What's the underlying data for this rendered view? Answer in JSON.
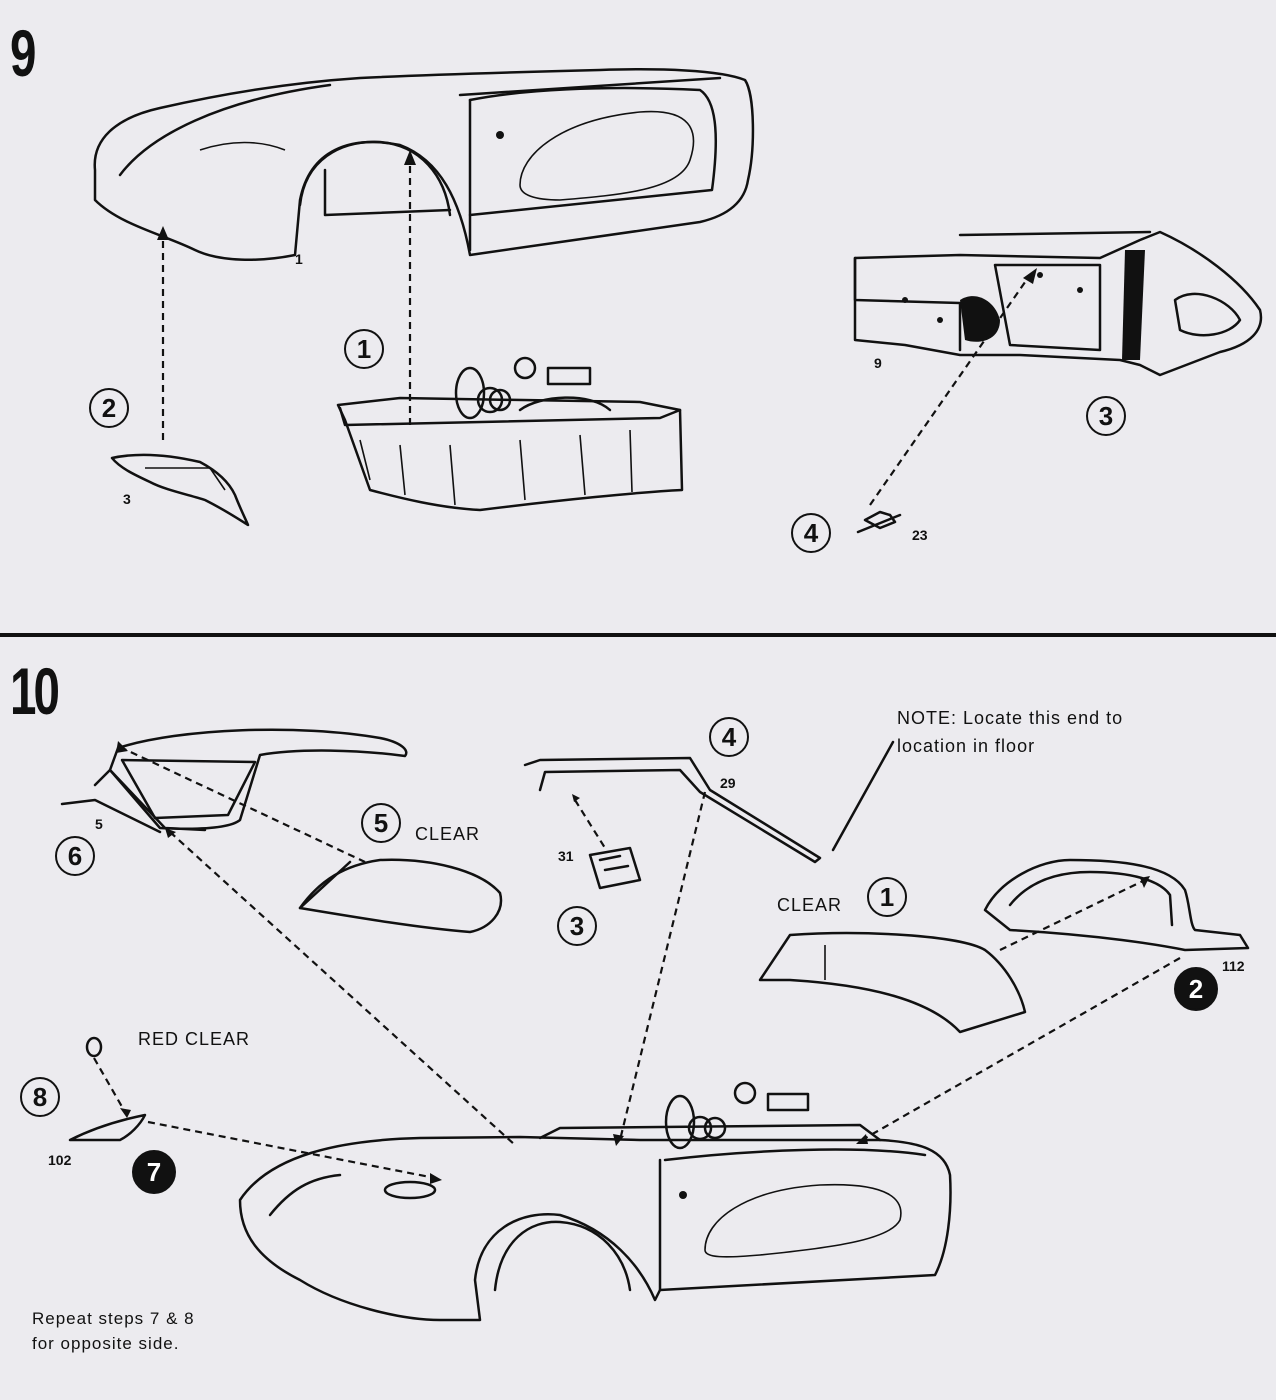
{
  "steps": {
    "step9": {
      "number": "9",
      "callouts": [
        "1",
        "2",
        "3",
        "4"
      ],
      "part_numbers": {
        "body": "1",
        "grille": "3",
        "rear_panel": "9",
        "hook": "23"
      }
    },
    "step10": {
      "number": "10",
      "callouts": {
        "c4": "4",
        "c5": "5",
        "c6": "6",
        "c3": "3",
        "c1": "1",
        "c2": "2",
        "c8": "8",
        "c7": "7"
      },
      "part_numbers": {
        "top": "5",
        "handle": "29",
        "seat_piece": "31",
        "cowl": "112",
        "light": "102"
      },
      "labels": {
        "clear_windshield": "CLEAR",
        "clear_rear": "CLEAR",
        "red_clear": "RED CLEAR"
      },
      "note": {
        "line1": "NOTE: Locate this end to",
        "line2": "location in floor"
      },
      "footer": {
        "line1": "Repeat steps 7 & 8",
        "line2": "for opposite side."
      }
    }
  },
  "colors": {
    "paper": "#ecebef",
    "ink": "#111111"
  }
}
